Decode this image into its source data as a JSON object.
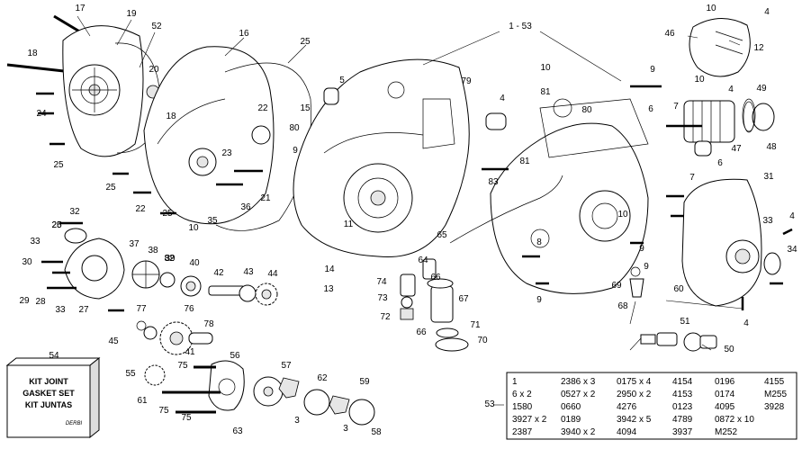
{
  "diagram": {
    "callouts": [
      "1 - 53",
      "3",
      "3",
      "4",
      "4",
      "4",
      "4",
      "4",
      "5",
      "6",
      "6",
      "7",
      "7",
      "8",
      "9",
      "9",
      "9",
      "9",
      "9",
      "10",
      "10",
      "10",
      "10",
      "10",
      "11",
      "12",
      "13",
      "14",
      "15",
      "16",
      "17",
      "18",
      "18",
      "19",
      "20",
      "21",
      "22",
      "22",
      "23",
      "24",
      "25",
      "25",
      "25",
      "25",
      "25",
      "26",
      "27",
      "28",
      "29",
      "30",
      "31",
      "32",
      "33",
      "33",
      "33",
      "34",
      "35",
      "36",
      "37",
      "38",
      "39",
      "40",
      "41",
      "42",
      "43",
      "44",
      "45",
      "46",
      "47",
      "48",
      "49",
      "50",
      "51",
      "52",
      "53",
      "54",
      "55",
      "56",
      "57",
      "58",
      "59",
      "60",
      "61",
      "62",
      "63",
      "64",
      "65",
      "66",
      "66",
      "67",
      "68",
      "69",
      "70",
      "71",
      "72",
      "73",
      "74",
      "75",
      "75",
      "75",
      "76",
      "77",
      "78",
      "79",
      "80",
      "80",
      "81",
      "81",
      "82",
      "83"
    ],
    "kit_box": {
      "lines": [
        "KIT JOINT",
        "GASKET SET",
        "KIT JUNTAS"
      ],
      "brand": "DERBI"
    },
    "codes_table": {
      "rows": [
        [
          "1",
          "2386 x 3",
          "0175 x 4",
          "4154",
          "0196",
          "4155"
        ],
        [
          "6         x 2",
          "0527 x 2",
          "2950 x 2",
          "4153",
          "0174",
          "M255"
        ],
        [
          "1580",
          "0660",
          "4276",
          "0123",
          "4095",
          "3928"
        ],
        [
          "3927 x 2",
          "0189",
          "3942 x 5",
          "4789",
          "0872 x 10",
          ""
        ],
        [
          "2387",
          "3940 x 2",
          "4094",
          "3937",
          "M252",
          ""
        ]
      ]
    }
  }
}
